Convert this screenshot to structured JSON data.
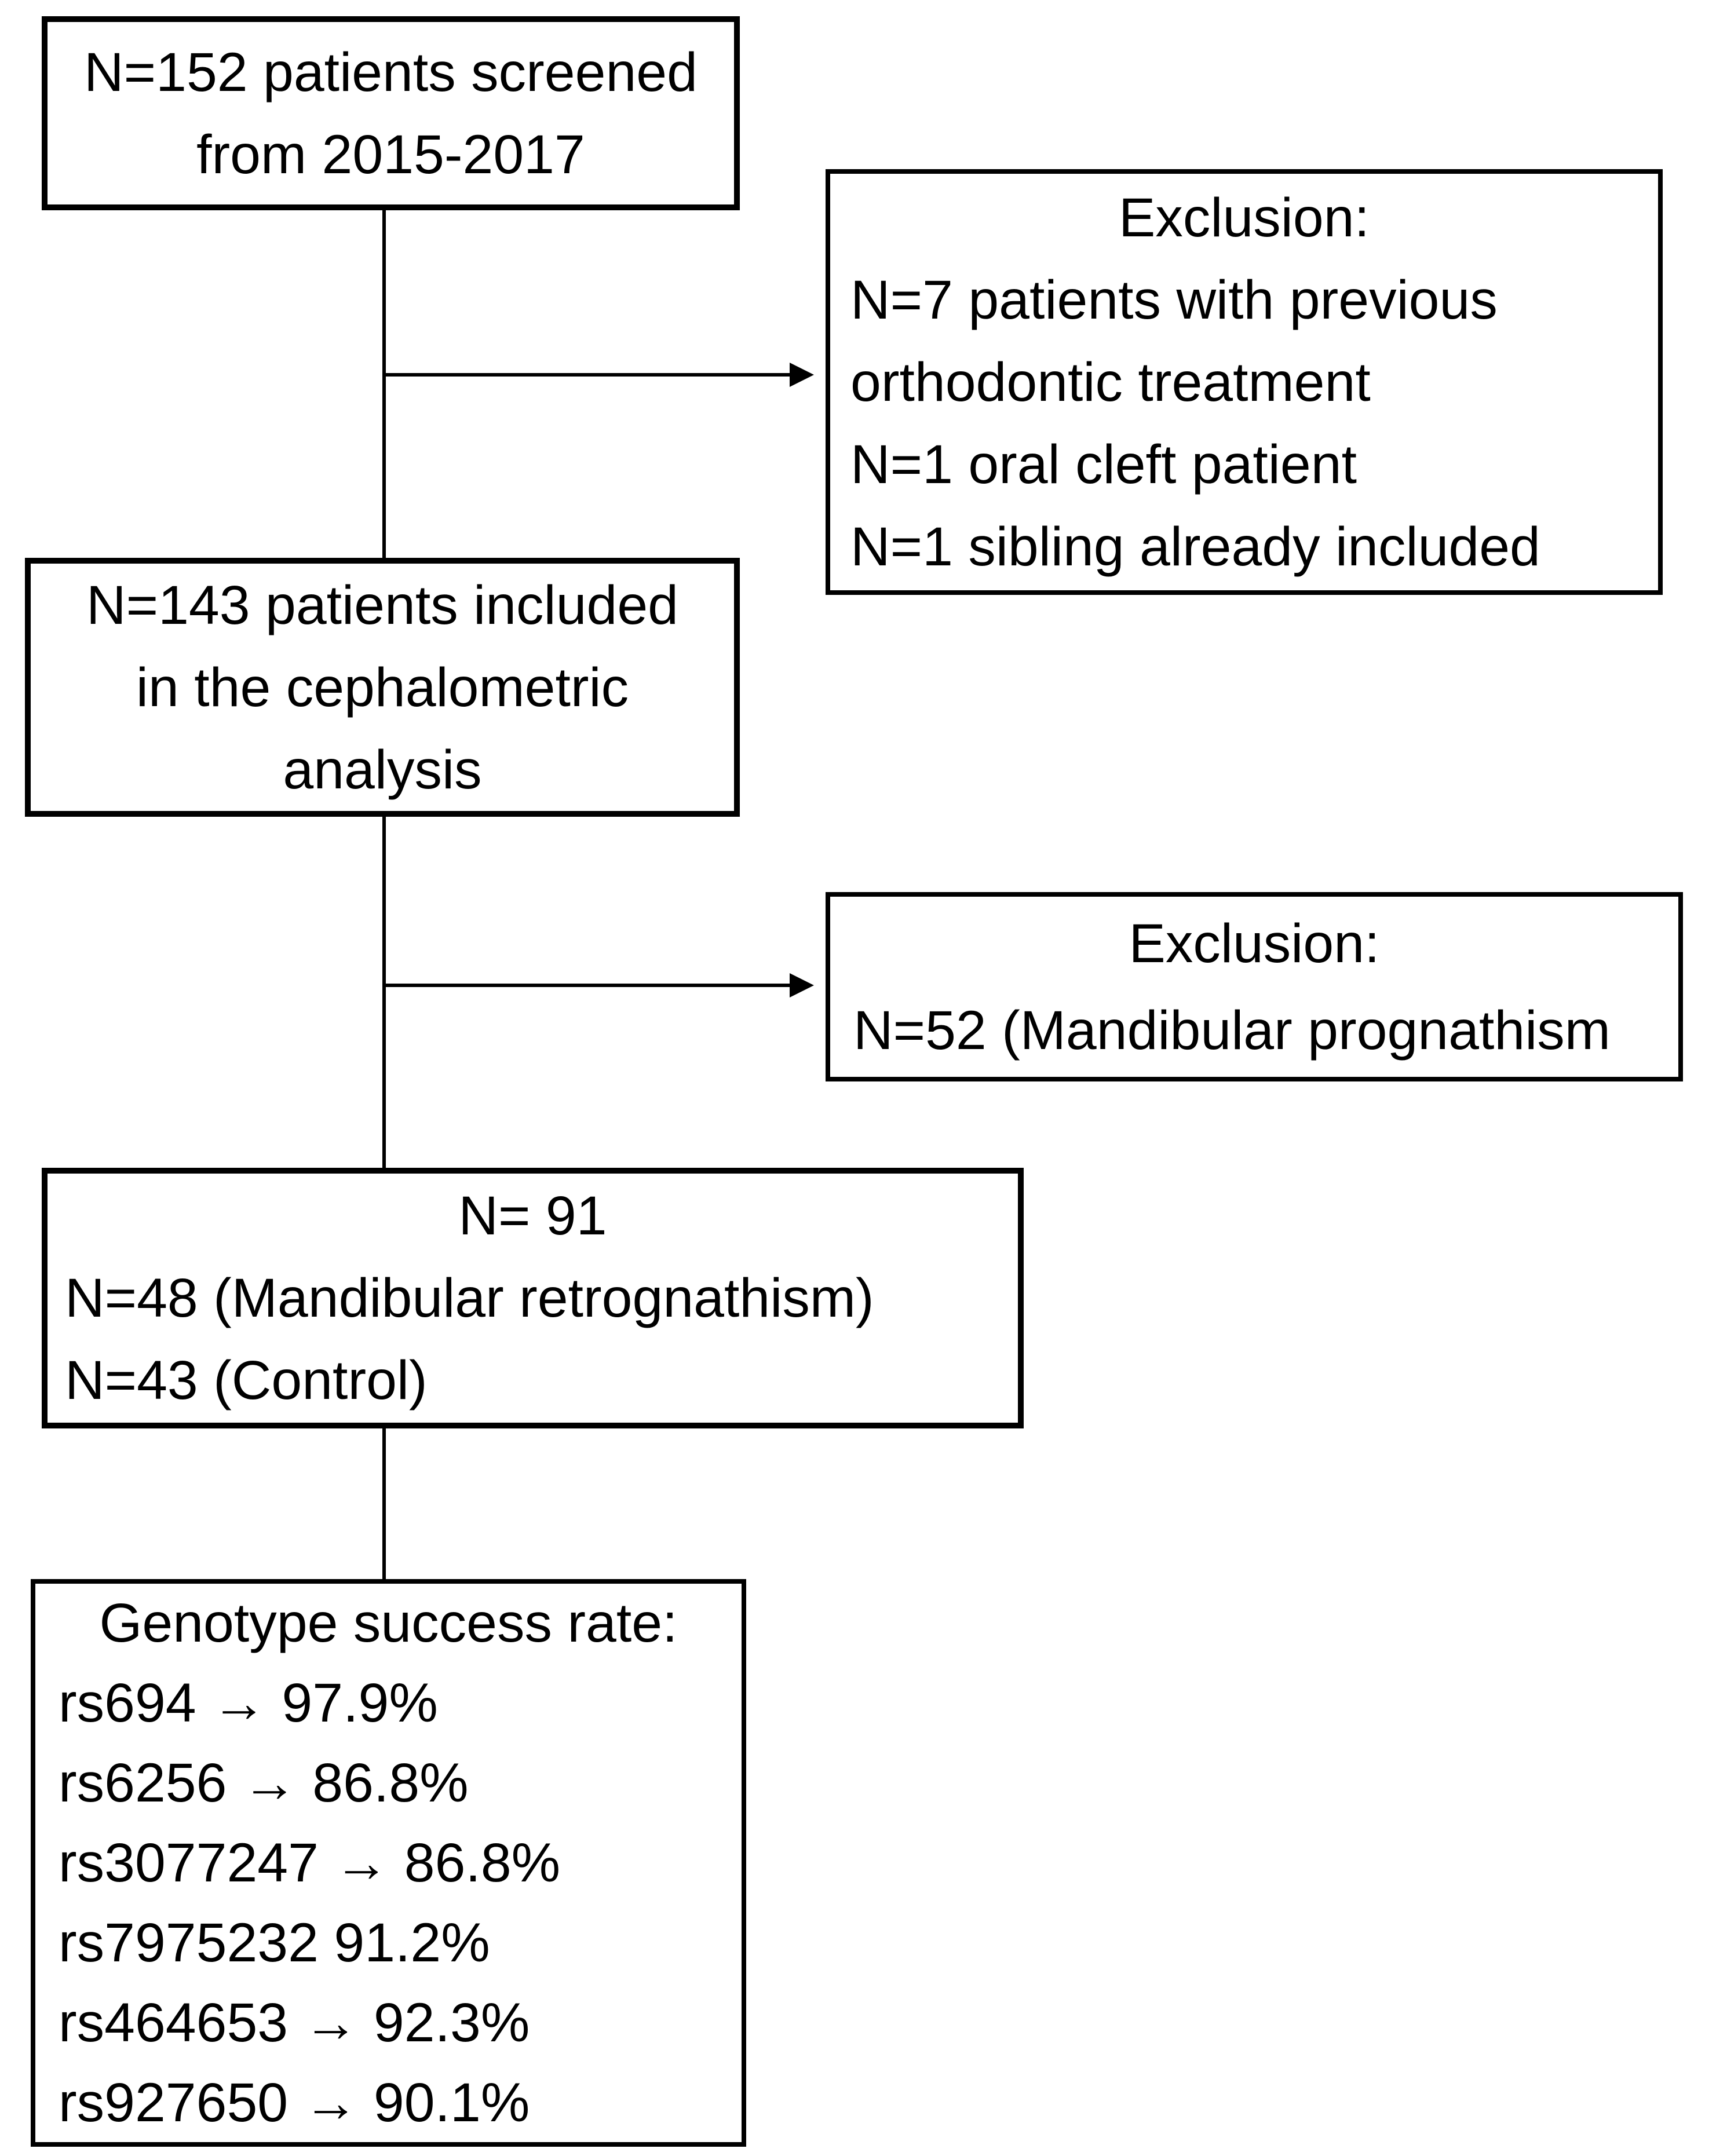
{
  "colors": {
    "background": "#ffffff",
    "border": "#000000",
    "text": "#000000"
  },
  "boxes": {
    "screened": {
      "lines": [
        "N=152 patients screened",
        "from 2015-2017"
      ]
    },
    "exclusion1": {
      "title": "Exclusion:",
      "lines": [
        "N=7 patients with previous",
        "orthodontic treatment",
        "N=1 oral cleft patient",
        "N=1 sibling already included"
      ]
    },
    "included": {
      "lines": [
        "N=143 patients included",
        "in the cephalometric",
        "analysis"
      ]
    },
    "exclusion2": {
      "title": "Exclusion:",
      "lines": [
        "N=52 (Mandibular prognathism"
      ]
    },
    "groups": {
      "title": "N= 91",
      "lines": [
        "N=48 (Mandibular retrognathism)",
        "N=43 (Control)"
      ]
    },
    "genotype": {
      "title": "Genotype success rate:",
      "lines": [
        "rs694 → 97.9%",
        "rs6256 → 86.8%",
        "rs3077247 → 86.8%",
        "rs7975232 91.2%",
        "rs464653 → 92.3%",
        "rs927650 → 90.1%"
      ]
    }
  }
}
